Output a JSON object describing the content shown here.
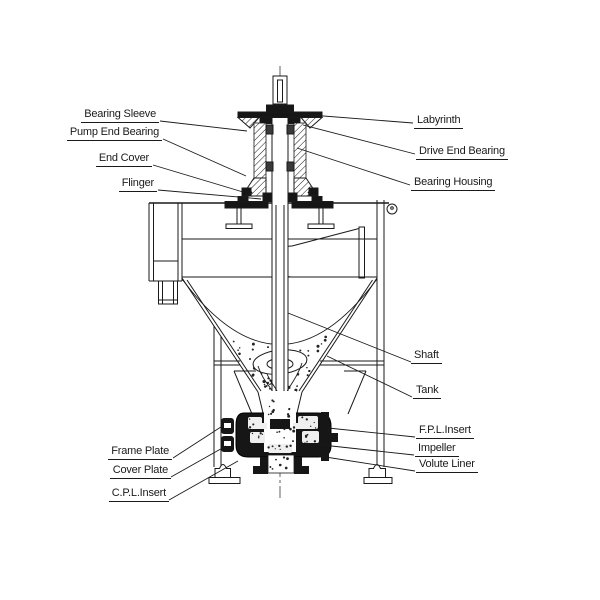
{
  "diagram": {
    "labels_left": [
      {
        "id": "bearing_sleeve",
        "text": "Bearing Sleeve"
      },
      {
        "id": "pump_end_bearing",
        "text": "Pump End Bearing"
      },
      {
        "id": "end_cover",
        "text": "End Cover"
      },
      {
        "id": "flinger",
        "text": "Flinger"
      },
      {
        "id": "frame_plate",
        "text": "Frame Plate"
      },
      {
        "id": "cover_plate",
        "text": "Cover Plate"
      },
      {
        "id": "cpl_insert",
        "text": "C.P.L.Insert"
      }
    ],
    "labels_right": [
      {
        "id": "labyrinth",
        "text": "Labyrinth"
      },
      {
        "id": "drive_end_bearing",
        "text": "Drive End Bearing"
      },
      {
        "id": "bearing_housing",
        "text": "Bearing Housing"
      },
      {
        "id": "shaft",
        "text": "Shaft"
      },
      {
        "id": "tank",
        "text": "Tank"
      },
      {
        "id": "fpl_insert",
        "text": "F.P.L.Insert"
      },
      {
        "id": "impeller",
        "text": "Impeller"
      },
      {
        "id": "volute_liner",
        "text": "Volute Liner"
      }
    ],
    "colors": {
      "line": "#1a1a1a",
      "dark_fill": "#161616",
      "background": "#ffffff",
      "speckle": "#242424"
    }
  }
}
